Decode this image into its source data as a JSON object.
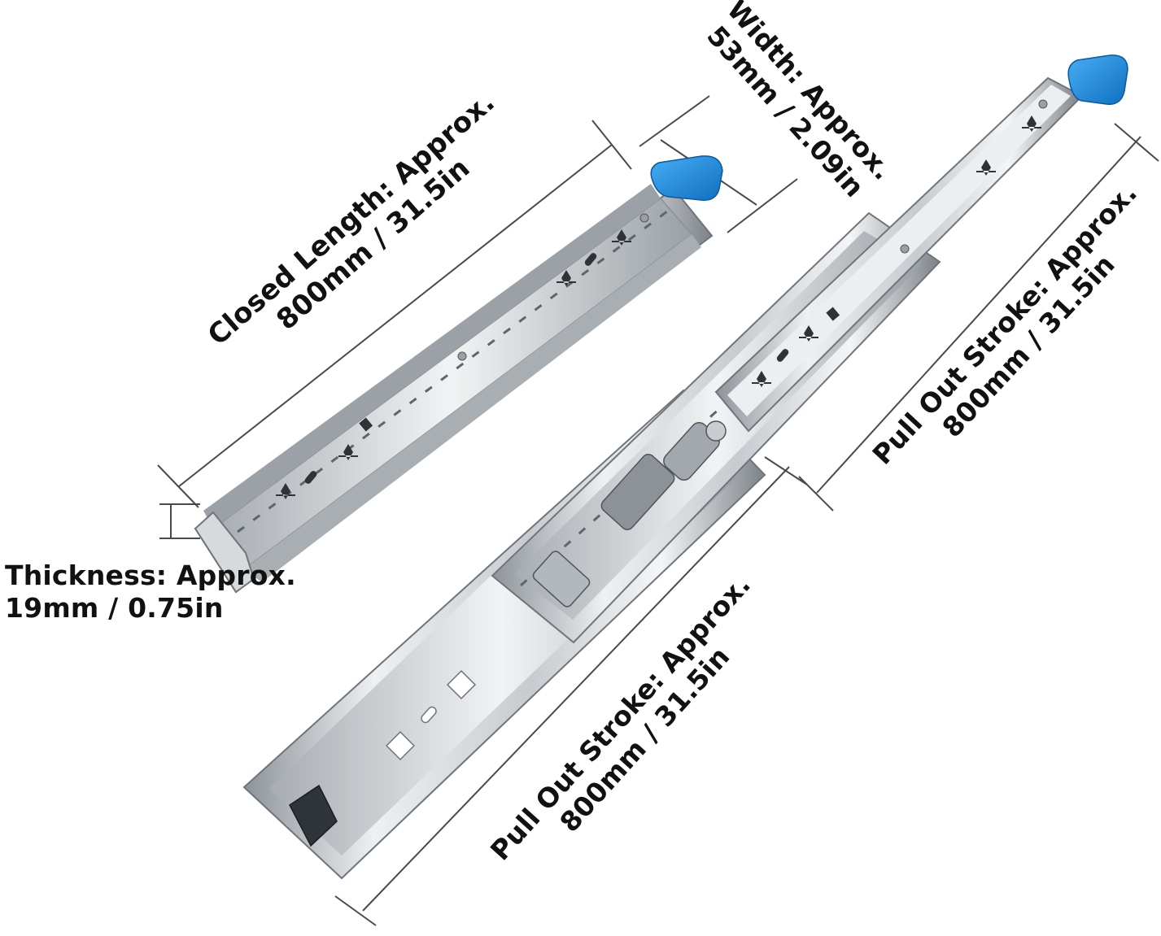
{
  "labels": {
    "closed_length": {
      "line1": "Closed Length: Approx.",
      "line2": "800mm / 31.5in"
    },
    "width": {
      "line1": "Width: Approx.",
      "line2": "53mm / 2.09in"
    },
    "pull_out_right": {
      "line1": "Pull Out Stroke: Approx.",
      "line2": "800mm / 31.5in"
    },
    "pull_out_bottom": {
      "line1": "Pull Out Stroke: Approx.",
      "line2": "800mm / 31.5in"
    },
    "thickness": {
      "line1": "Thickness: Approx.",
      "line2": "19mm / 0.75in"
    }
  },
  "colors": {
    "steel_light": "#e4e7ea",
    "steel_mid": "#b9bec3",
    "steel_dark": "#6f757b",
    "handle_blue": "#1b8fe6",
    "dimension_line": "#4a4a4a"
  }
}
